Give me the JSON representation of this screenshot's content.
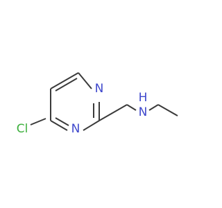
{
  "molecule": {
    "atoms": [
      {
        "id": "cl",
        "symbol": "Cl",
        "color": "#3db03d"
      },
      {
        "id": "n3",
        "symbol": "N",
        "color": "#3f48cc"
      },
      {
        "id": "n1",
        "symbol": "N",
        "color": "#3f48cc"
      },
      {
        "id": "nh_n",
        "symbol": "N",
        "color": "#3f48cc"
      },
      {
        "id": "nh_h",
        "symbol": "H",
        "color": "#3f48cc"
      }
    ],
    "bond_color": "#3a3a3a"
  }
}
